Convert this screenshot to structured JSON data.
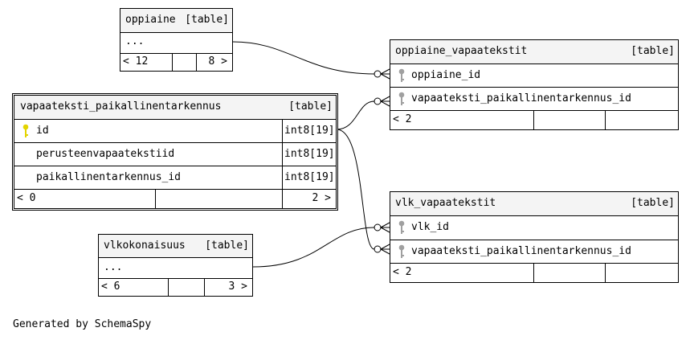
{
  "tables": {
    "oppiaine": {
      "name": "oppiaine",
      "tag": "[table]",
      "body": "...",
      "footer": {
        "parents": "< 12",
        "children": "8 >"
      }
    },
    "oppiaine_vapaatekstit": {
      "name": "oppiaine_vapaatekstit",
      "tag": "[table]",
      "columns": [
        {
          "name": "oppiaine_id",
          "key": "foreign"
        },
        {
          "name": "vapaateksti_paikallinentarkennus_id",
          "key": "foreign"
        }
      ],
      "footer": {
        "parents": "< 2",
        "children": ""
      }
    },
    "vapaateksti_paikallinentarkennus": {
      "name": "vapaateksti_paikallinentarkennus",
      "tag": "[table]",
      "columns": [
        {
          "name": "id",
          "type": "int8[19]",
          "key": "primary"
        },
        {
          "name": "perusteenvapaatekstiid",
          "type": "int8[19]",
          "key": "none"
        },
        {
          "name": "paikallinentarkennus_id",
          "type": "int8[19]",
          "key": "none"
        }
      ],
      "footer": {
        "parents": "< 0",
        "children": "2 >"
      }
    },
    "vlk_vapaatekstit": {
      "name": "vlk_vapaatekstit",
      "tag": "[table]",
      "columns": [
        {
          "name": "vlk_id",
          "key": "foreign"
        },
        {
          "name": "vapaateksti_paikallinentarkennus_id",
          "key": "foreign"
        }
      ],
      "footer": {
        "parents": "< 2",
        "children": ""
      }
    },
    "vlkokonaisuus": {
      "name": "vlkokonaisuus",
      "tag": "[table]",
      "body": "...",
      "footer": {
        "parents": "< 6",
        "children": "3 >"
      }
    }
  },
  "colors": {
    "primary_key": "#e3d400",
    "foreign_key": "#a0a0a0",
    "header_bg": "#f4f4f4"
  },
  "credit": "Generated by SchemaSpy"
}
